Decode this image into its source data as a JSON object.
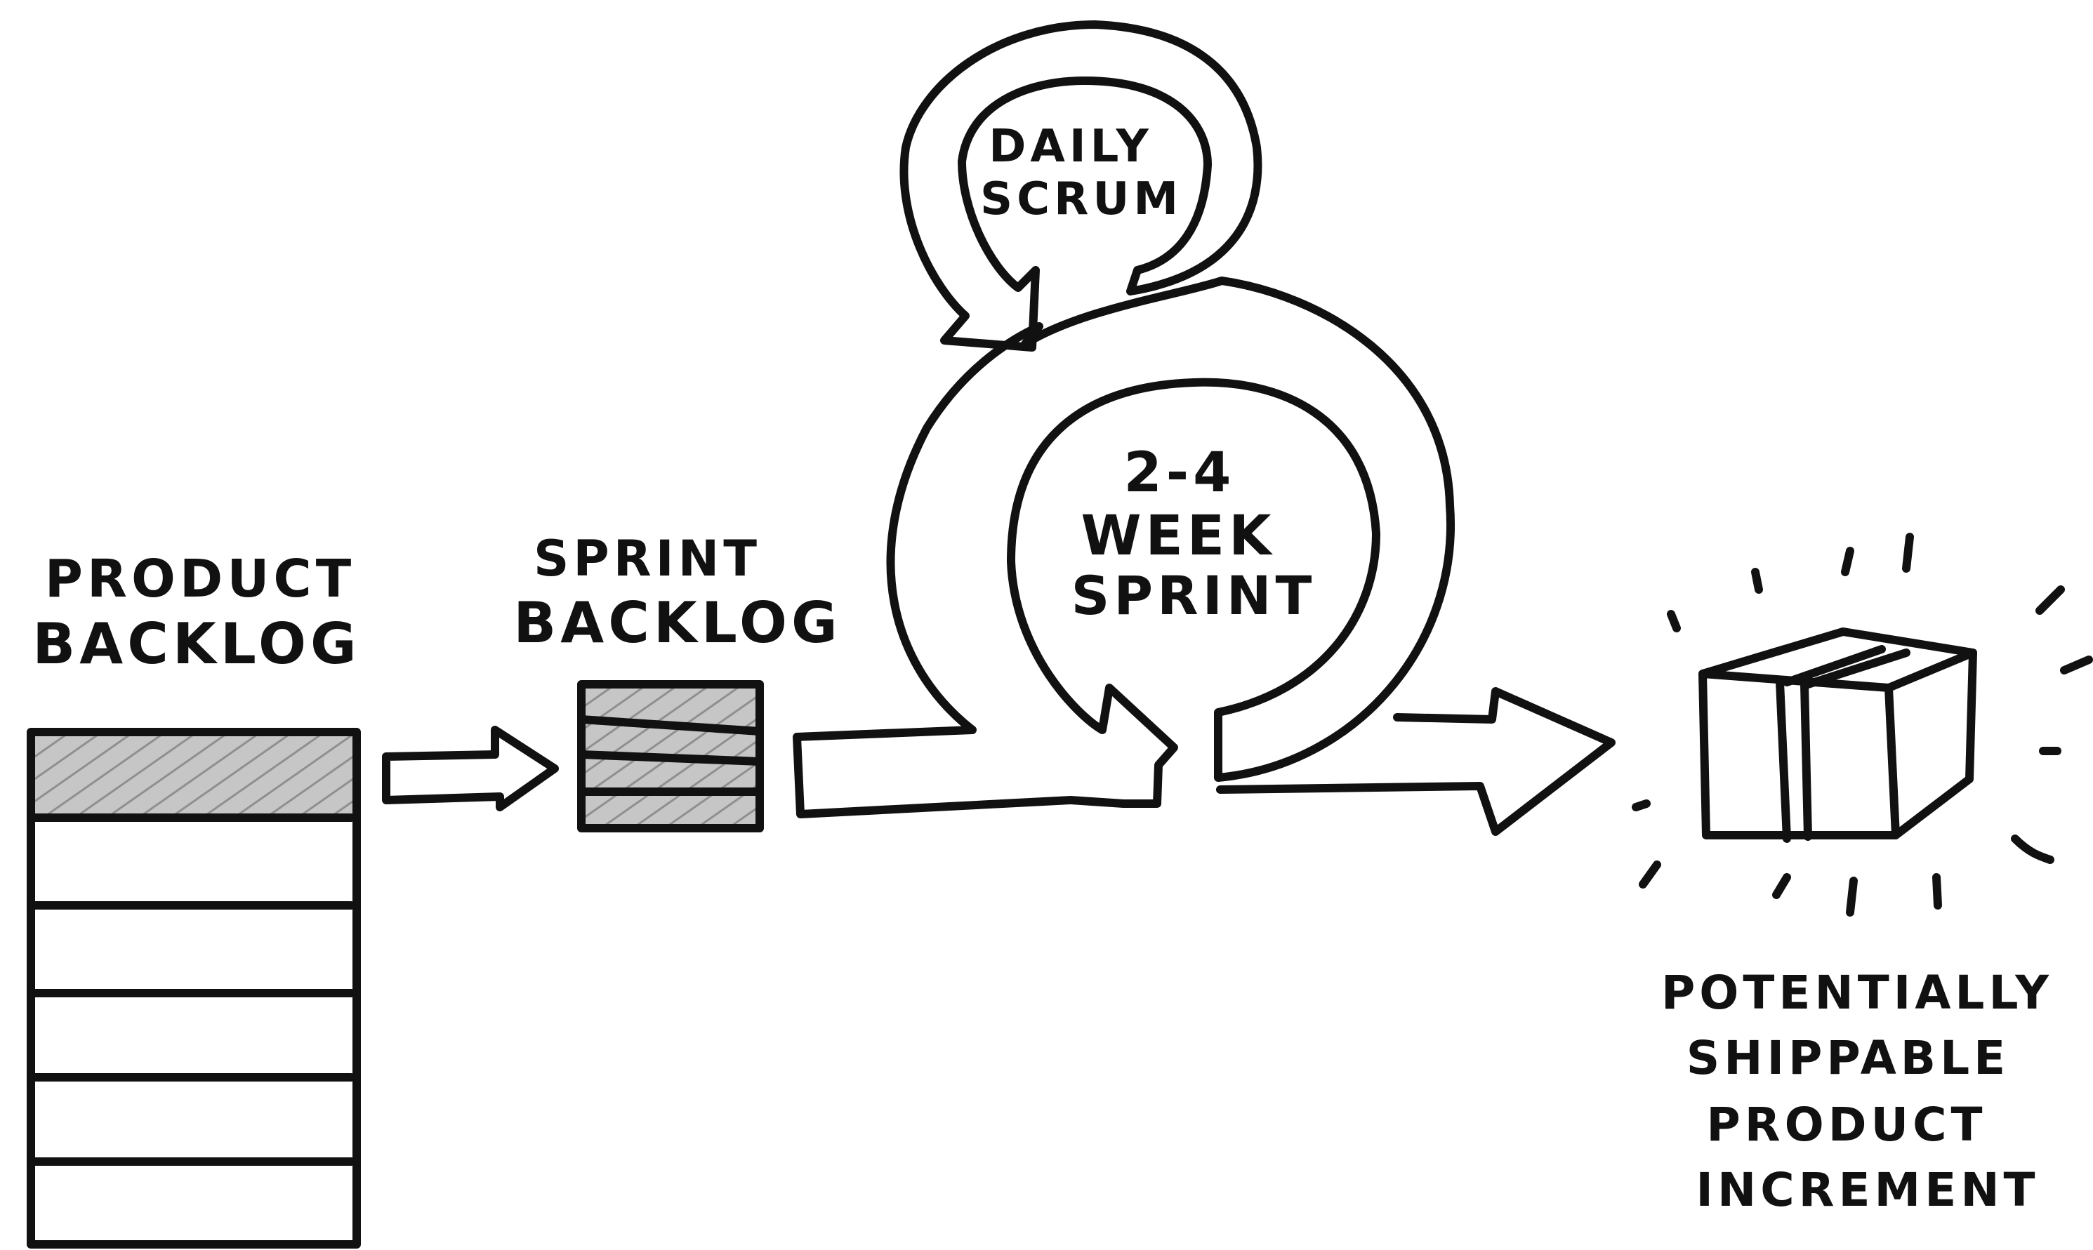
{
  "labels": {
    "product_backlog_line1": "PRODUCT",
    "product_backlog_line2": "BACKLOG",
    "sprint_backlog_line1": "SPRINT",
    "sprint_backlog_line2": "BACKLOG",
    "daily_scrum_line1": "DAILY",
    "daily_scrum_line2": "SCRUM",
    "sprint_line1": "2-4",
    "sprint_line2": "WEEK",
    "sprint_line3": "SPRINT",
    "increment_line1": "POTENTIALLY",
    "increment_line2": "SHIPPABLE",
    "increment_line3": "PRODUCT",
    "increment_line4": "INCREMENT"
  },
  "colors": {
    "ink": "#111111",
    "paper": "#ffffff",
    "hatch_fill": "#bdbdbd"
  }
}
